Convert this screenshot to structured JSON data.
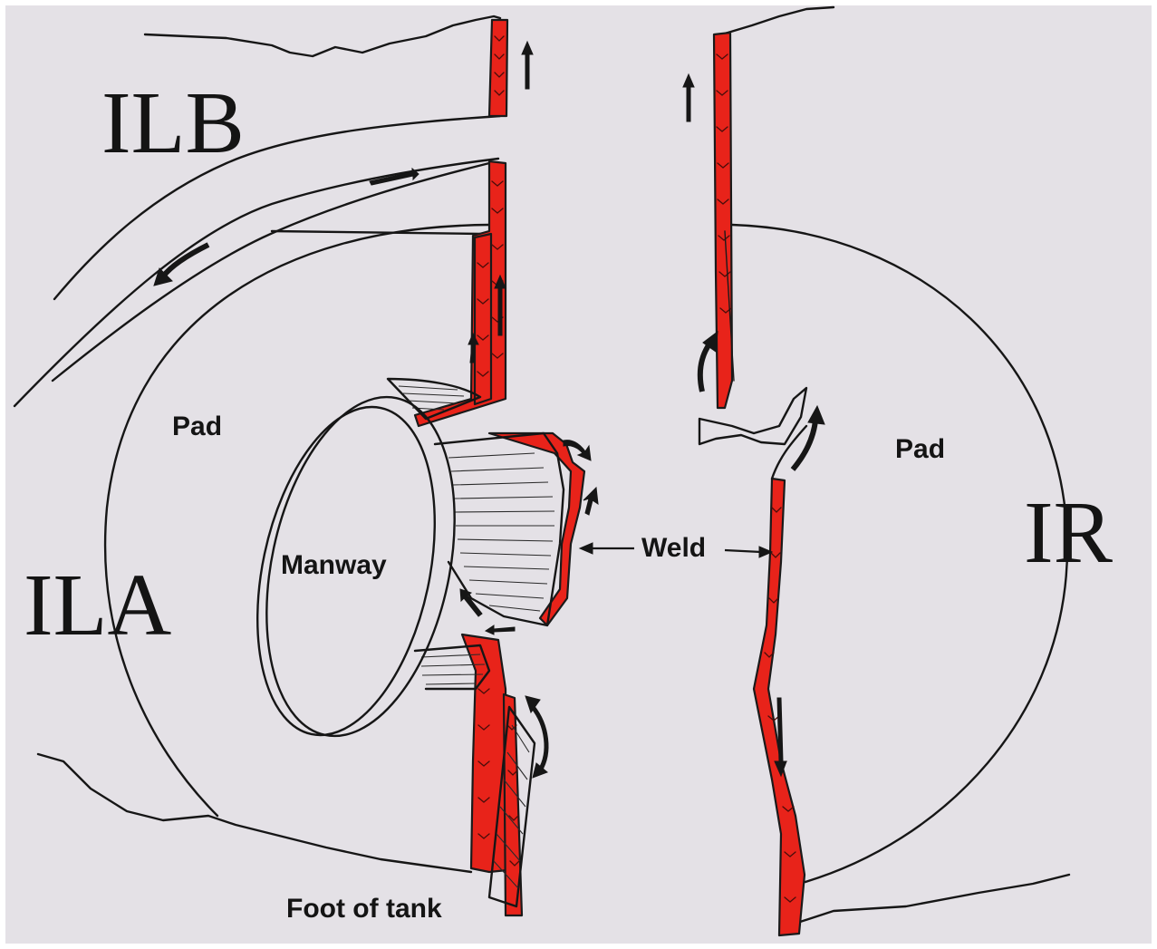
{
  "labels": {
    "ilb": "ILB",
    "ila": "ILA",
    "ir": "IR",
    "pad_left": "Pad",
    "pad_right": "Pad",
    "manway": "Manway",
    "weld": "Weld",
    "foot_of_tank": "Foot of tank"
  },
  "colors": {
    "background": "#e4e1e6",
    "weld_red": "#e8231a",
    "ink": "#161616"
  }
}
